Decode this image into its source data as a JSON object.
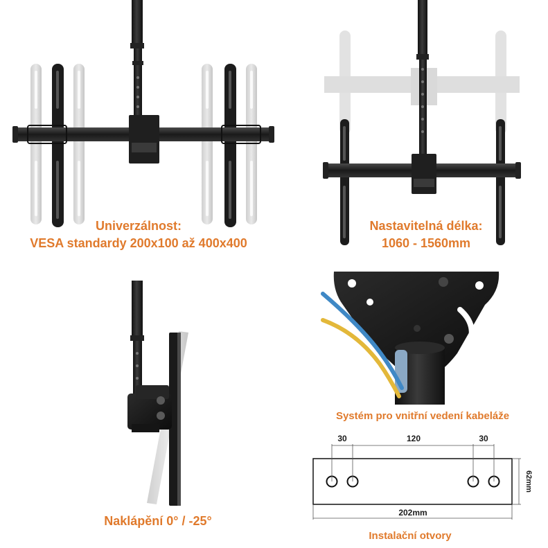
{
  "panels": {
    "universality": {
      "line1": "Univerzálnost:",
      "line2": "VESA standardy 200x100 až 400x400"
    },
    "adjustable_length": {
      "line1": "Nastavitelná délka:",
      "line2": "1060 - 1560mm"
    },
    "tilt": {
      "label": "Naklápění 0° / -25°"
    },
    "cable_management": {
      "label": "Systém pro vnitřní vedení kabeláže"
    },
    "mounting_holes": {
      "label": "Instalační otvory",
      "dim_left": "30",
      "dim_middle": "120",
      "dim_right": "30",
      "dim_width": "202mm",
      "dim_height": "62mm"
    }
  },
  "colors": {
    "accent": "#e07a2c",
    "metal": "#1c1c1c",
    "ghost": "#c4c4c4",
    "cable_blue": "#3f88c5",
    "cable_yellow": "#e3b83a"
  }
}
